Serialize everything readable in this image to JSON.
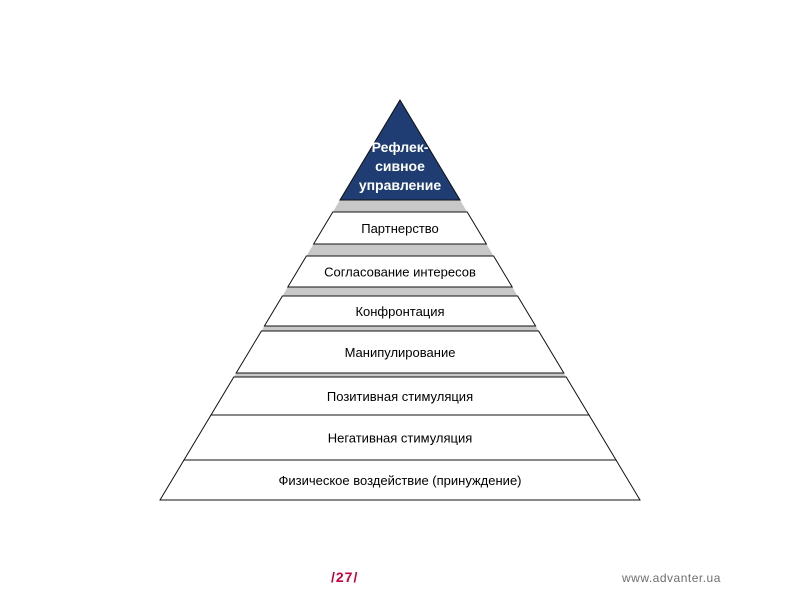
{
  "pyramid": {
    "apex": {
      "lines": [
        "Рефлек-",
        "сивное",
        "управление"
      ],
      "fill": "#1f3d73"
    },
    "levels": [
      "Партнерство",
      "Согласование интересов",
      "Конфронтация",
      "Манипулирование",
      "Позитивная стимуляция",
      "Негативная стимуляция",
      "Физическое воздействие (принуждение)"
    ],
    "level_fill": "#ffffff",
    "separator_color": "#c8c8c8"
  },
  "footer": {
    "page_number": "/27/",
    "url": "www.advanter.ua"
  }
}
